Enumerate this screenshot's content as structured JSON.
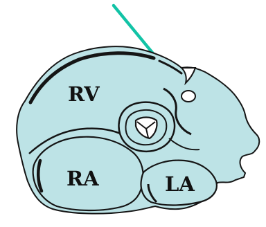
{
  "labels": {
    "rv": "RV",
    "ra": "RA",
    "la": "LA"
  },
  "colors": {
    "chamber_fill": "#bde3e6",
    "outline": "#151515",
    "probe_line": "#12c3a6",
    "background": "#ffffff"
  }
}
